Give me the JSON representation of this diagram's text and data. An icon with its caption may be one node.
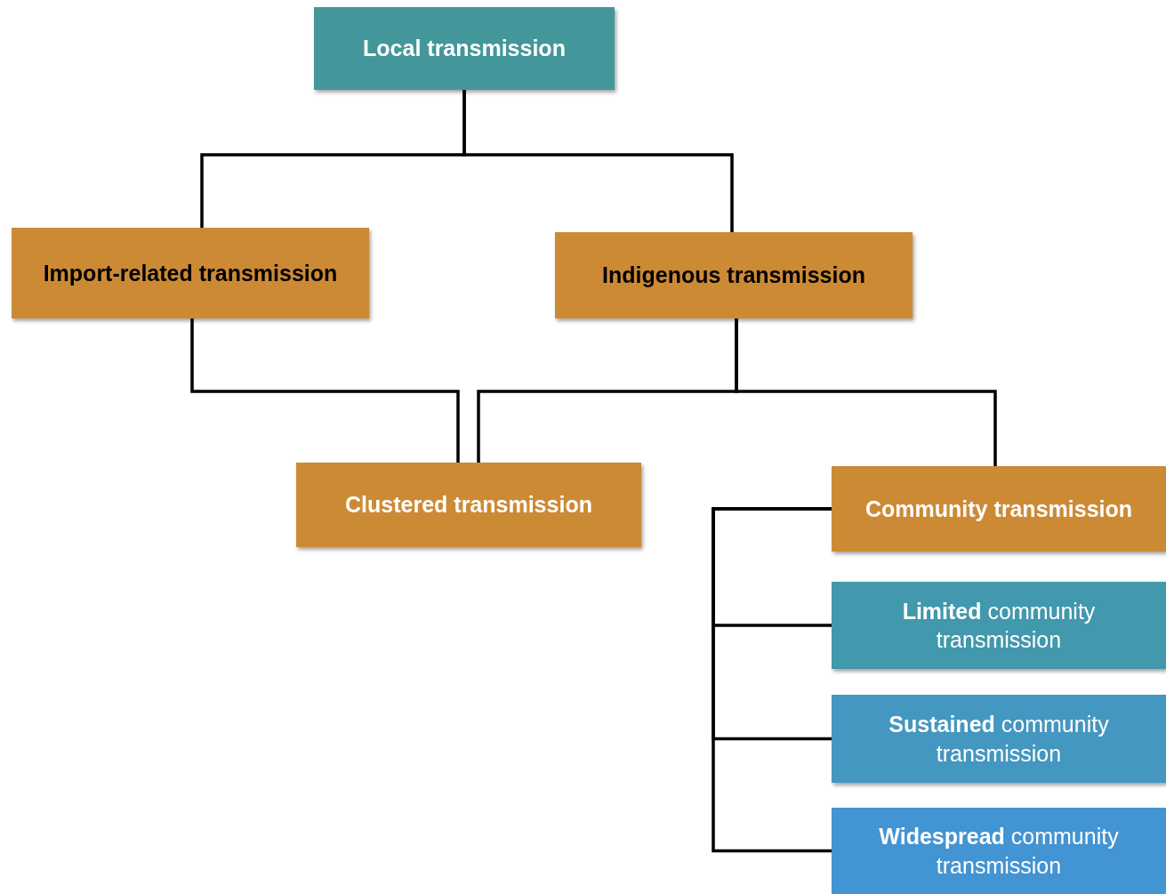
{
  "diagram": {
    "nodes": [
      {
        "text": [
          "Local transmission"
        ]
      },
      {
        "text": [
          "Import-related transmission"
        ]
      },
      {
        "text": [
          "Indigenous transmission"
        ]
      },
      {
        "text": [
          "Clustered transmission"
        ]
      },
      {
        "text": [
          "Community transmission"
        ]
      },
      {
        "text": [
          "**Limited** community transmission"
        ]
      },
      {
        "text": [
          "**Sustained** community transmission"
        ]
      },
      {
        "text": [
          "**Widespread** community transmission"
        ]
      }
    ],
    "edges": [
      {
        "from": 0,
        "to": 1,
        "arrow": "none"
      },
      {
        "from": 0,
        "to": 2,
        "arrow": "none"
      },
      {
        "from": 1,
        "to": 3,
        "arrow": "none"
      },
      {
        "from": 2,
        "to": 3,
        "arrow": "none"
      },
      {
        "from": 2,
        "to": 4,
        "arrow": "none"
      },
      {
        "from": 4,
        "to": 5,
        "arrow": "none"
      },
      {
        "from": 4,
        "to": 6,
        "arrow": "none"
      },
      {
        "from": 4,
        "to": 7,
        "arrow": "none"
      }
    ]
  }
}
